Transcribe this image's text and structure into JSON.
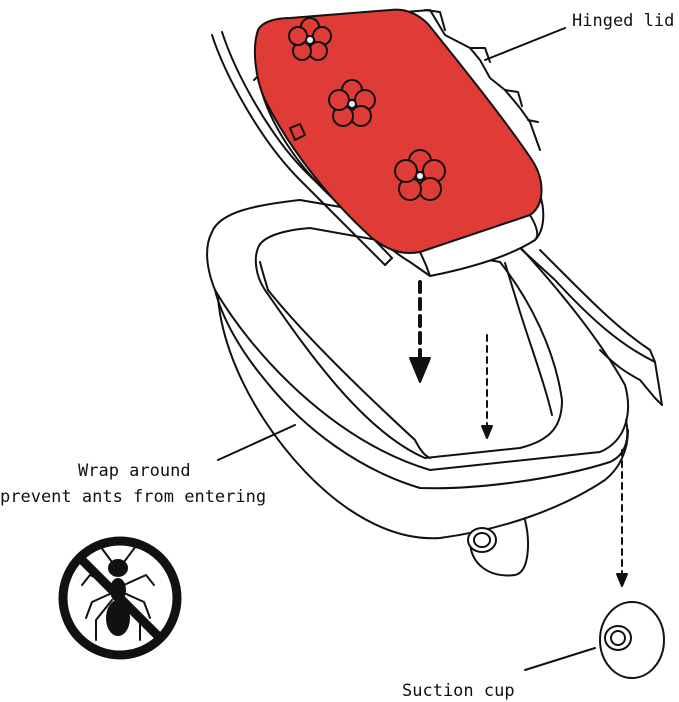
{
  "labels": {
    "hinged_lid": "Hinged lid",
    "wrap_line1": "Wrap around",
    "wrap_line2": "prevent ants from entering",
    "suction_cup": "Suction cup"
  },
  "colors": {
    "lid_fill": "#e03c37",
    "outline": "#111111",
    "background": "#ffffff"
  },
  "icons": {
    "no_ants": "no-ants-icon",
    "flower": "cherry-blossom-icon"
  }
}
